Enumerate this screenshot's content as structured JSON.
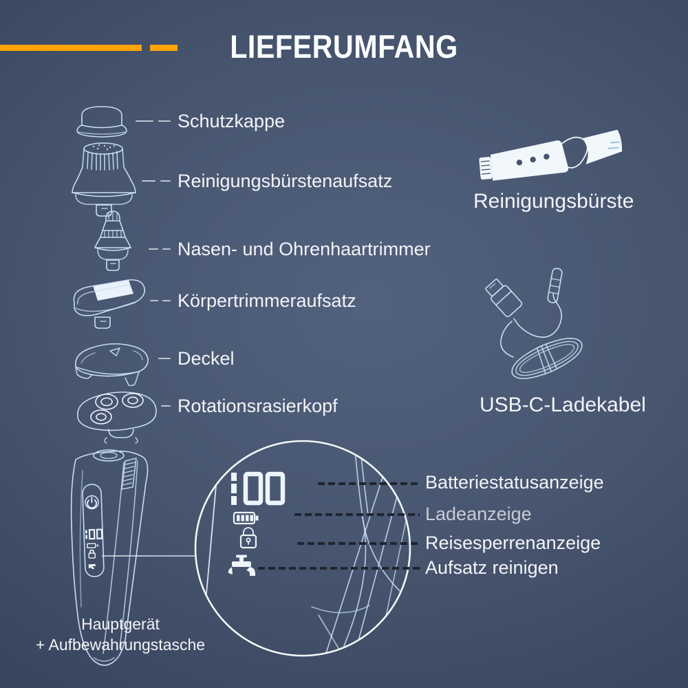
{
  "title": "LIEFERUMFANG",
  "accent_color": "#FFA405",
  "background_colors": {
    "center": "#52627e",
    "edge": "#2b3750"
  },
  "left_parts": [
    {
      "label": "Schutzkappe"
    },
    {
      "label": "Reinigungsbürstenaufsatz"
    },
    {
      "label": "Nasen- und Ohrenhaartrimmer"
    },
    {
      "label": "Körpertrimmeraufsatz"
    },
    {
      "label": "Deckel"
    },
    {
      "label": "Rotationsrasierkopf"
    }
  ],
  "right_parts": [
    {
      "label": "Reinigungsbürste"
    },
    {
      "label": "USB-C-Ladekabel"
    }
  ],
  "main_device_caption": {
    "line1": "Hauptgerät",
    "line2": "+ Aufbewahrungstasche"
  },
  "display": {
    "battery_percent_value": "100",
    "callouts": [
      {
        "label": "Batteriestatusanzeige"
      },
      {
        "label": "Ladeanzeige"
      },
      {
        "label": "Reisesperrenanzeige"
      },
      {
        "label": "Aufsatz reinigen"
      }
    ]
  }
}
